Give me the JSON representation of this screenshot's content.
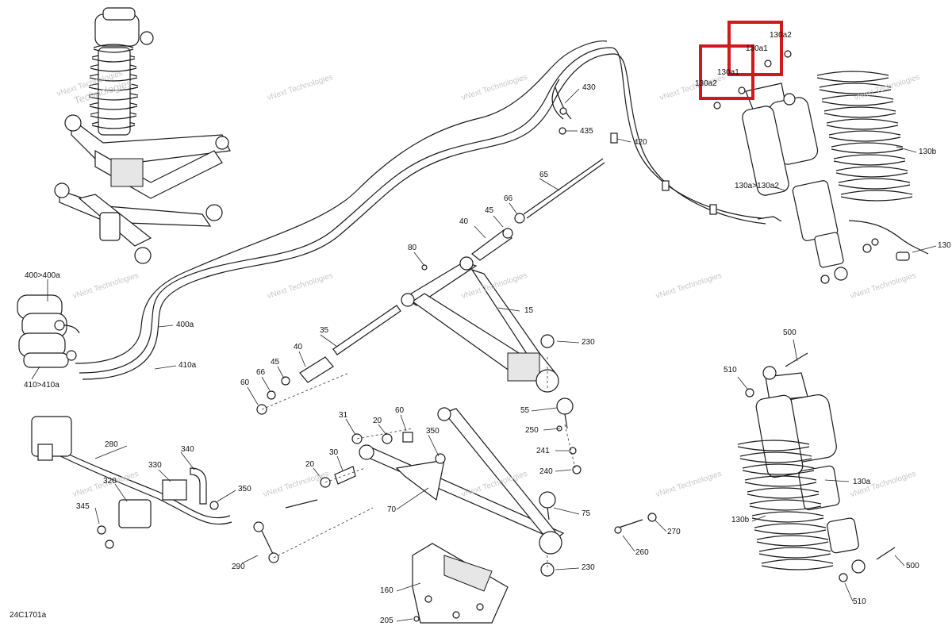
{
  "diagram_code": "24C1701a",
  "watermark": {
    "line1": "vNext Technologies",
    "line2": "Technologies"
  },
  "watermark_line_b": "vNext",
  "callouts": {
    "c130a2_top": "130a2",
    "c130a1_top": "130a1",
    "c130a1": "130a1",
    "c130a2": "130a2",
    "c130a_130a2": "130a>130a2",
    "c130b_top": "130b",
    "c130_right": "130",
    "c430": "430",
    "c435": "435",
    "c420": "420",
    "c65": "65",
    "c66a": "66",
    "c45a": "45",
    "c40a": "40",
    "c80": "80",
    "c15": "15",
    "c400_400a": "400>400a",
    "c400a": "400a",
    "c410a": "410a",
    "c410_410a": "410>410a",
    "c35": "35",
    "c40b": "40",
    "c45b": "45",
    "c66b": "66",
    "c60a": "60",
    "c230a": "230",
    "c55": "55",
    "c250": "250",
    "c241": "241",
    "c240": "240",
    "c31": "31",
    "c20a": "20",
    "c60b": "60",
    "c350a": "350",
    "c280": "280",
    "c340": "340",
    "c330": "330",
    "c320": "320",
    "c345": "345",
    "c350b": "350",
    "c290": "290",
    "c20b": "20",
    "c30": "30",
    "c70": "70",
    "c75": "75",
    "c230b": "230",
    "c160": "160",
    "c205": "205",
    "c260": "260",
    "c270": "270",
    "c500a": "500",
    "c510a": "510",
    "c130a_low": "130a",
    "c130b_low": "130b",
    "c500b": "500",
    "c510b": "510"
  },
  "highlight_color": "#d0191f"
}
